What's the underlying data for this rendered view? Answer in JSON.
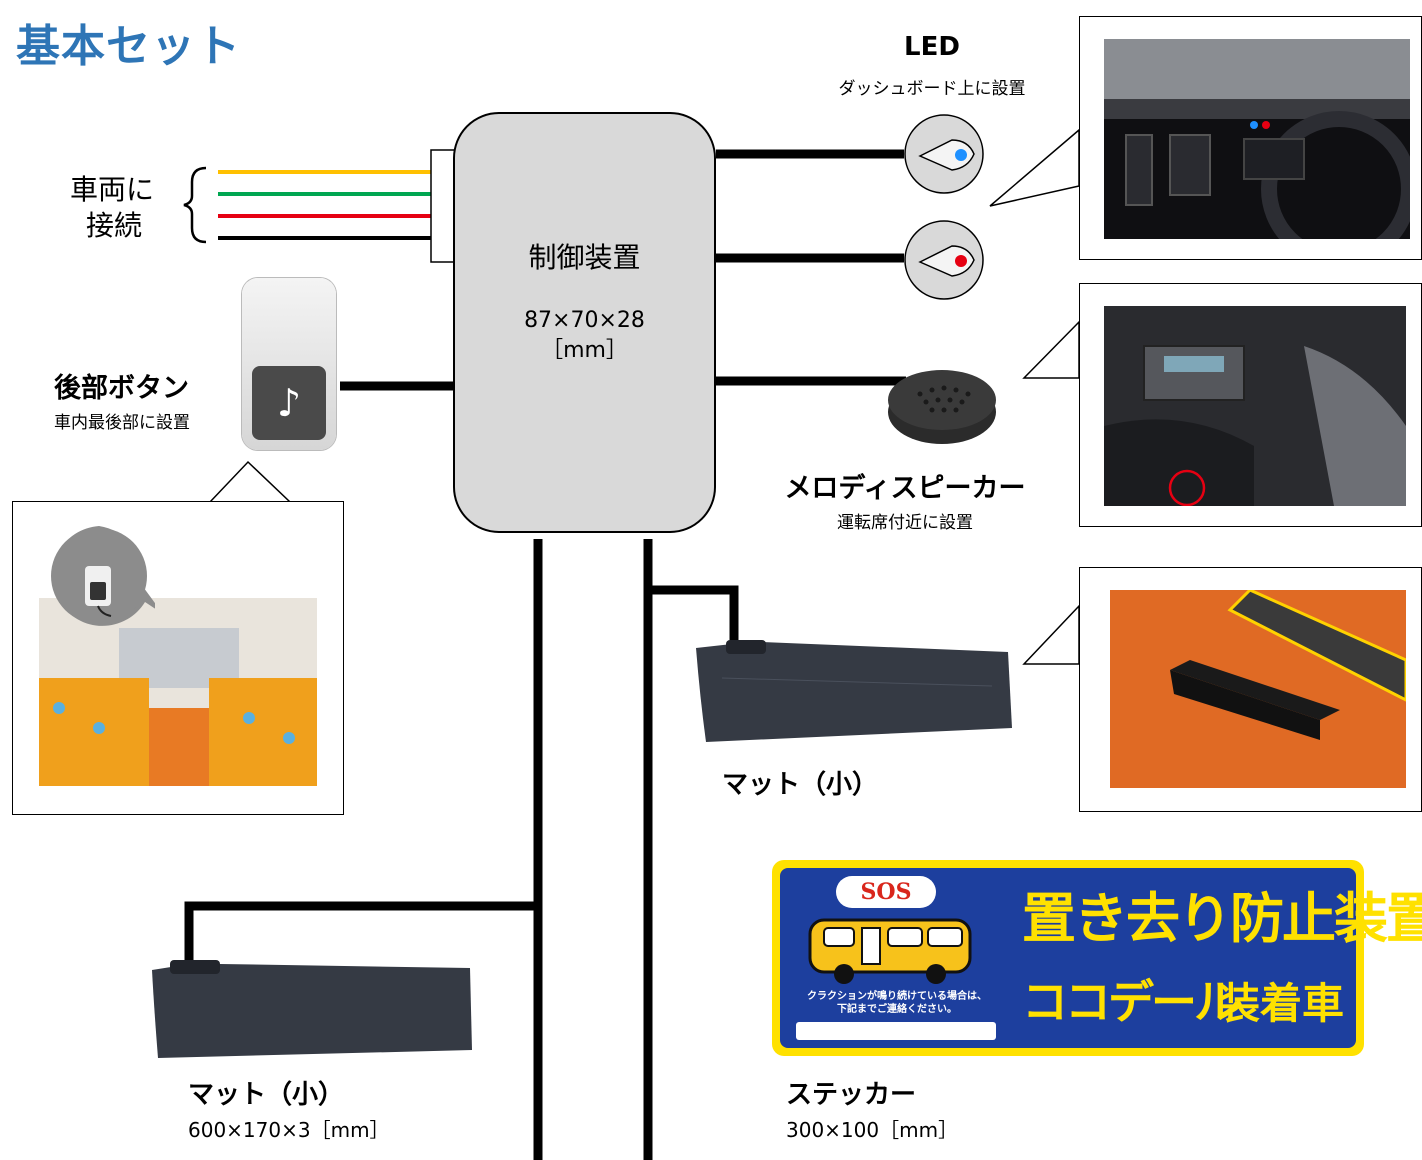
{
  "title": "基本セット",
  "vehicle_connect": {
    "line1": "車両に",
    "line2": "接続"
  },
  "wire_colors": [
    "#ffc000",
    "#00a651",
    "#e60012",
    "#000000"
  ],
  "controller": {
    "name": "制御装置",
    "size_line1": "87×70×28",
    "size_line2": "［mm］"
  },
  "led": {
    "name": "LED",
    "note": "ダッシュボード上に設置",
    "colors": [
      "#1e90ff",
      "#e60012"
    ]
  },
  "rear_button": {
    "name": "後部ボタン",
    "note": "車内最後部に設置",
    "glyph": "♪"
  },
  "speaker": {
    "name": "メロディスピーカー",
    "note": "運転席付近に設置"
  },
  "mat_right": {
    "name": "マット（小）"
  },
  "mat_left": {
    "name": "マット（小）",
    "size": "600×170×3［mm］"
  },
  "sticker": {
    "name": "ステッカー",
    "size": "300×100［mm］",
    "sos": "SOS",
    "headline": "置き去り防止装置",
    "brand": "ココデール",
    "suffix": "装着車",
    "notice_line1": "クラクションが鳴り続けている場合は、",
    "notice_line2": "下記までご連絡ください。",
    "colors": {
      "border": "#ffe100",
      "panel": "#1d3f9e",
      "text": "#ffe100"
    }
  }
}
